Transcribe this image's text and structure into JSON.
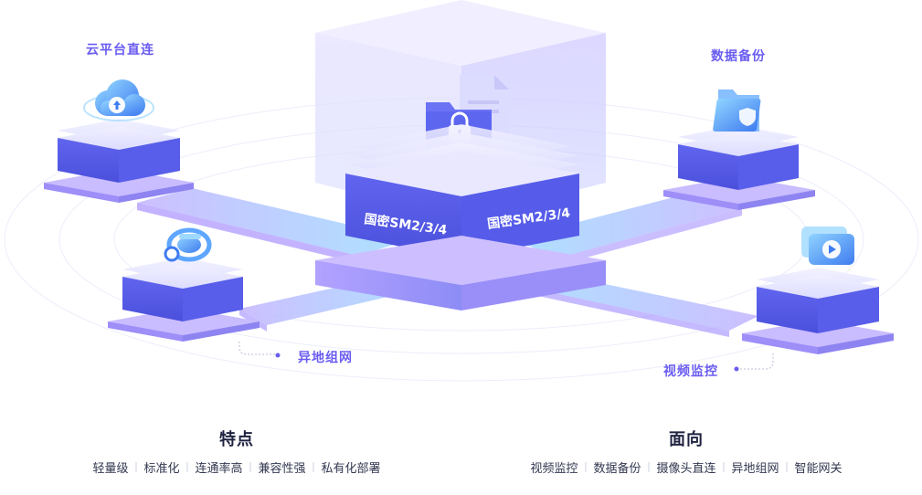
{
  "labels": {
    "cloud": "云平台直连",
    "backup": "数据备份",
    "network": "异地组网",
    "video": "视频监控",
    "cube_left": "国密SM2/3/4",
    "cube_right": "国密SM2/3/4"
  },
  "features": {
    "title": "特点",
    "items": [
      "轻量级",
      "标准化",
      "连通率高",
      "兼容性强",
      "私有化部署"
    ]
  },
  "targets": {
    "title": "面向",
    "items": [
      "视频监控",
      "数据备份",
      "摄像头直连",
      "异地组网",
      "智能网关"
    ]
  },
  "colors": {
    "accent": "#6a5cf0",
    "platform_top": "#6f72f3",
    "platform_side": "#5258e6",
    "bar_gradient_start": "#b9a6ff",
    "bar_gradient_end": "#8fd8ff",
    "title": "#1f2240",
    "text": "#333850"
  }
}
